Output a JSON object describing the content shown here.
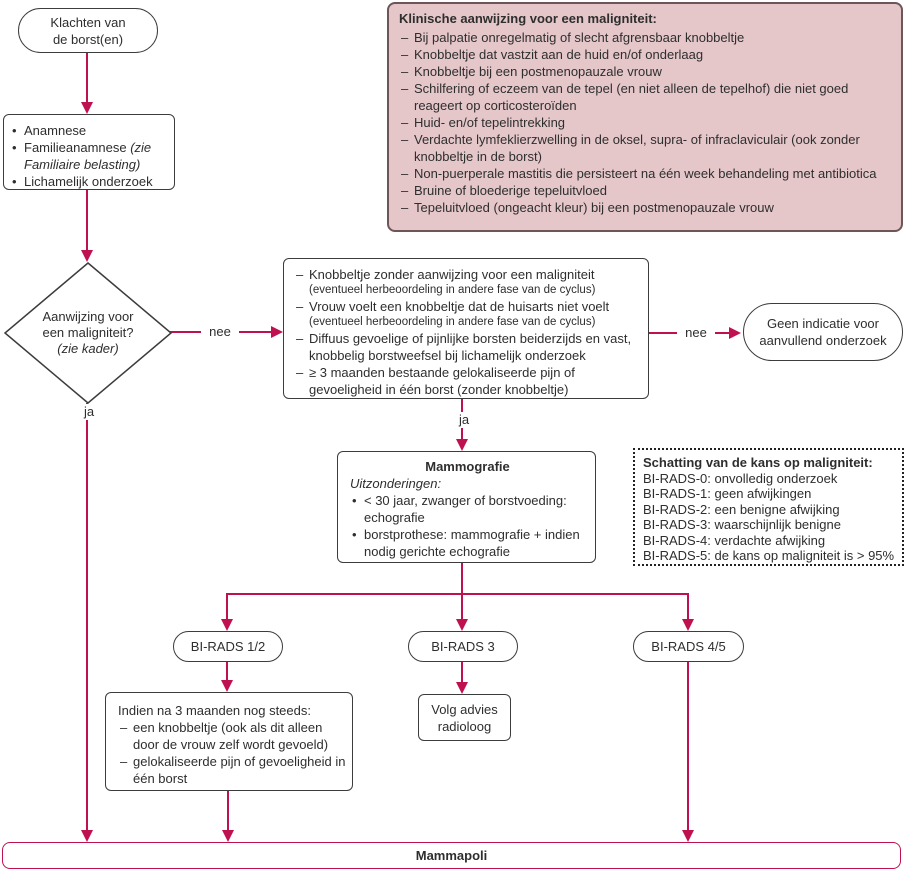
{
  "colors": {
    "accent": "#bf1150",
    "kader_fill": "#e5c7ca",
    "kader_border": "#6e5558",
    "box_border": "#3c3c3c",
    "text": "#2e2e2e"
  },
  "diagram": {
    "start": {
      "line1": "Klachten van",
      "line2": "de borst(en)"
    },
    "intake": {
      "items": [
        {
          "text": "Anamnese"
        },
        {
          "text": "Familieanamnese ",
          "italic": "(zie Familiaire belasting)"
        },
        {
          "text": "Lichamelijk onderzoek"
        }
      ]
    },
    "decision": {
      "line1": "Aanwijzing voor",
      "line2": "een maligniteit?",
      "note": "(zie kader)"
    },
    "kader": {
      "title": "Klinische aanwijzing voor een maligniteit:",
      "items": [
        {
          "text": "Bij palpatie onregelmatig of slecht afgrensbaar knobbeltje"
        },
        {
          "text": "Knobbeltje dat vastzit aan de huid en/of onderlaag"
        },
        {
          "text": "Knobbeltje bij een postmenopauzale vrouw"
        },
        {
          "text": "Schilfering of eczeem van de tepel (en niet alleen de tepelhof) die niet goed reageert op corticosteroïden"
        },
        {
          "text": "Huid- en/of tepelintrekking"
        },
        {
          "text": "Verdachte lymfeklierzwelling in de oksel, supra- of infraclaviculair (ook zonder knobbeltje in de borst)"
        },
        {
          "text": "Non-puerperale mastitis die persisteert na één week behandeling met antibiotica"
        },
        {
          "text": "Bruine of bloederige tepeluitvloed"
        },
        {
          "text": "Tepeluitvloed (ongeacht kleur) bij een postmenopauzale vrouw"
        }
      ]
    },
    "benign_findings": {
      "items": [
        {
          "text": "Knobbeltje zonder aanwijzing voor een maligniteit",
          "note": "(eventueel herbeoordeling in andere fase van de cyclus)"
        },
        {
          "text": "Vrouw voelt een knobbeltje dat de huisarts niet voelt",
          "note": "(eventueel herbeoordeling in andere fase van de cyclus)"
        },
        {
          "text": "Diffuus gevoelige of pijnlijke borsten beiderzijds en vast, knobbelig borstweefsel bij lichamelijk onderzoek"
        },
        {
          "text": "≥ 3 maanden bestaande gelokaliseerde pijn of gevoeligheid in één borst (zonder knobbeltje)"
        }
      ]
    },
    "no_indication": {
      "line1": "Geen indicatie voor",
      "line2": "aanvullend onderzoek"
    },
    "mammografie": {
      "title": "Mammografie",
      "subtitle": "Uitzonderingen:",
      "items": [
        {
          "text": "< 30 jaar, zwanger of borstvoeding: echografie"
        },
        {
          "text": "borstprothese: mammografie + indien nodig gerichte echografie"
        }
      ]
    },
    "birads_legend": {
      "title": "Schatting van de kans op maligniteit:",
      "items": [
        {
          "text": "BI-RADS-0: onvolledig onderzoek"
        },
        {
          "text": "BI-RADS-1: geen afwijkingen"
        },
        {
          "text": "BI-RADS-2: een benigne afwijking"
        },
        {
          "text": "BI-RADS-3: waarschijnlijk benigne"
        },
        {
          "text": "BI-RADS-4: verdachte afwijking"
        },
        {
          "text": "BI-RADS-5: de kans op maligniteit is > 95%"
        }
      ]
    },
    "birads12": {
      "label": "BI-RADS 1/2"
    },
    "birads3": {
      "label": "BI-RADS 3"
    },
    "birads45": {
      "label": "BI-RADS 4/5"
    },
    "persist": {
      "title": "Indien na 3 maanden nog steeds:",
      "items": [
        {
          "text": "een knobbeltje (ook als dit alleen door de vrouw zelf wordt gevoeld)"
        },
        {
          "text": "gelokaliseerde pijn of gevoeligheid in één borst"
        }
      ]
    },
    "radioloog": {
      "line1": "Volg advies",
      "line2": "radioloog"
    },
    "mammapoli": {
      "label": "Mammapoli"
    },
    "edge_labels": {
      "nee_left": "nee",
      "nee_right": "nee",
      "ja_left": "ja",
      "ja_mid": "ja"
    }
  }
}
